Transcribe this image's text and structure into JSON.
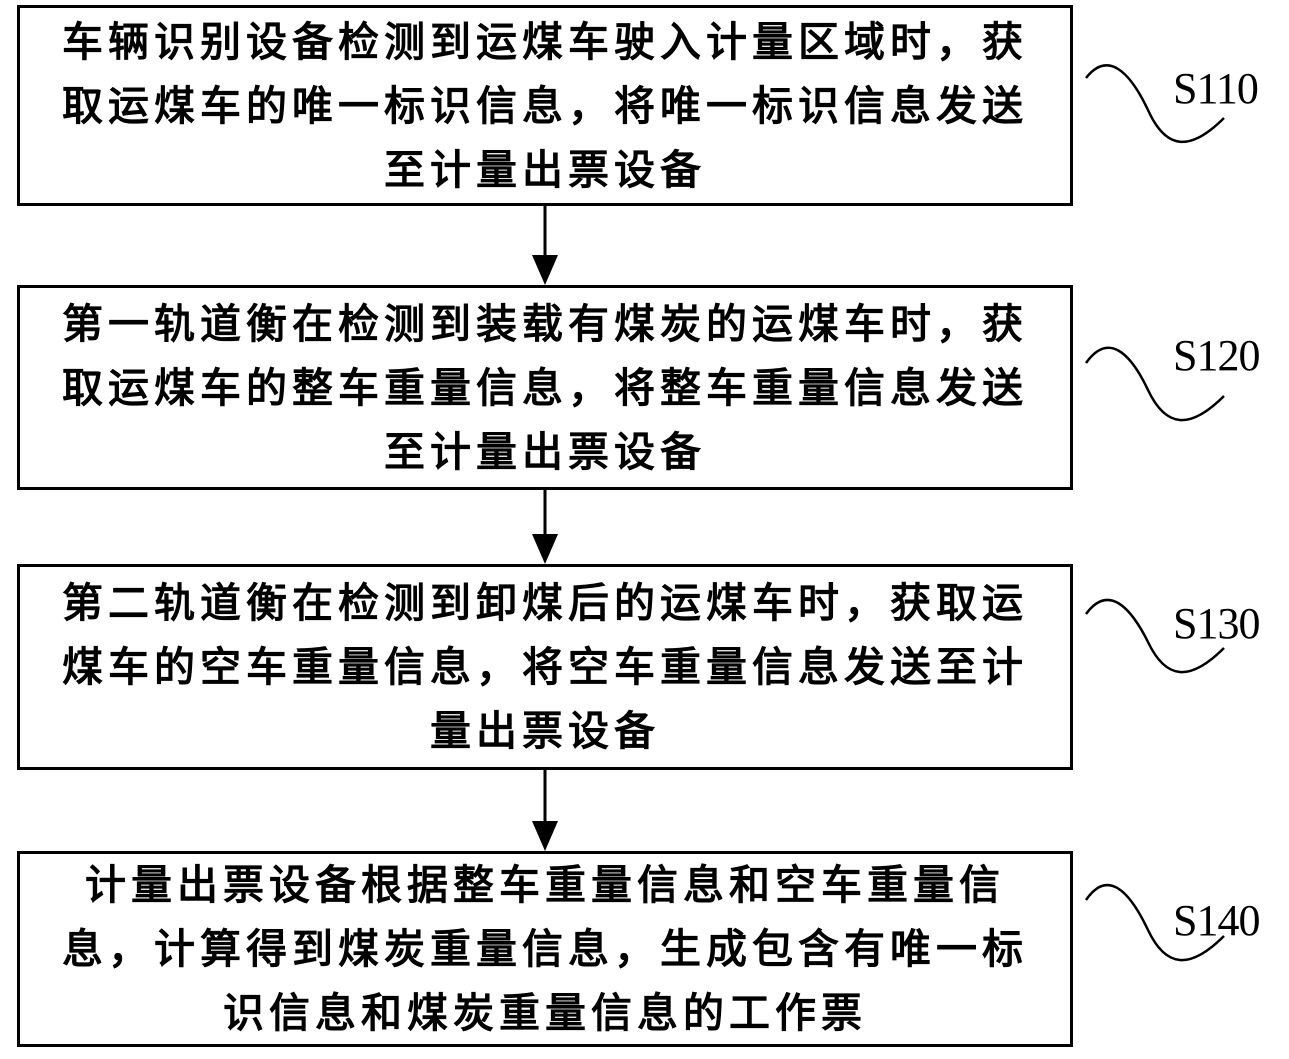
{
  "steps": [
    {
      "id": "S110",
      "text": "车辆识别设备检测到运煤车驶入计量区域时，获取运煤车的唯一标识信息，将唯一标识信息发送至计量出票设备"
    },
    {
      "id": "S120",
      "text": "第一轨道衡在检测到装载有煤炭的运煤车时，获取运煤车的整车重量信息，将整车重量信息发送至计量出票设备"
    },
    {
      "id": "S130",
      "text": "第二轨道衡在检测到卸煤后的运煤车时，获取运煤车的空车重量信息，将空车重量信息发送至计量出票设备"
    },
    {
      "id": "S140",
      "text": "计量出票设备根据整车重量信息和空车重量信息，计算得到煤炭重量信息，生成包含有唯一标识信息和煤炭重量信息的工作票"
    }
  ]
}
